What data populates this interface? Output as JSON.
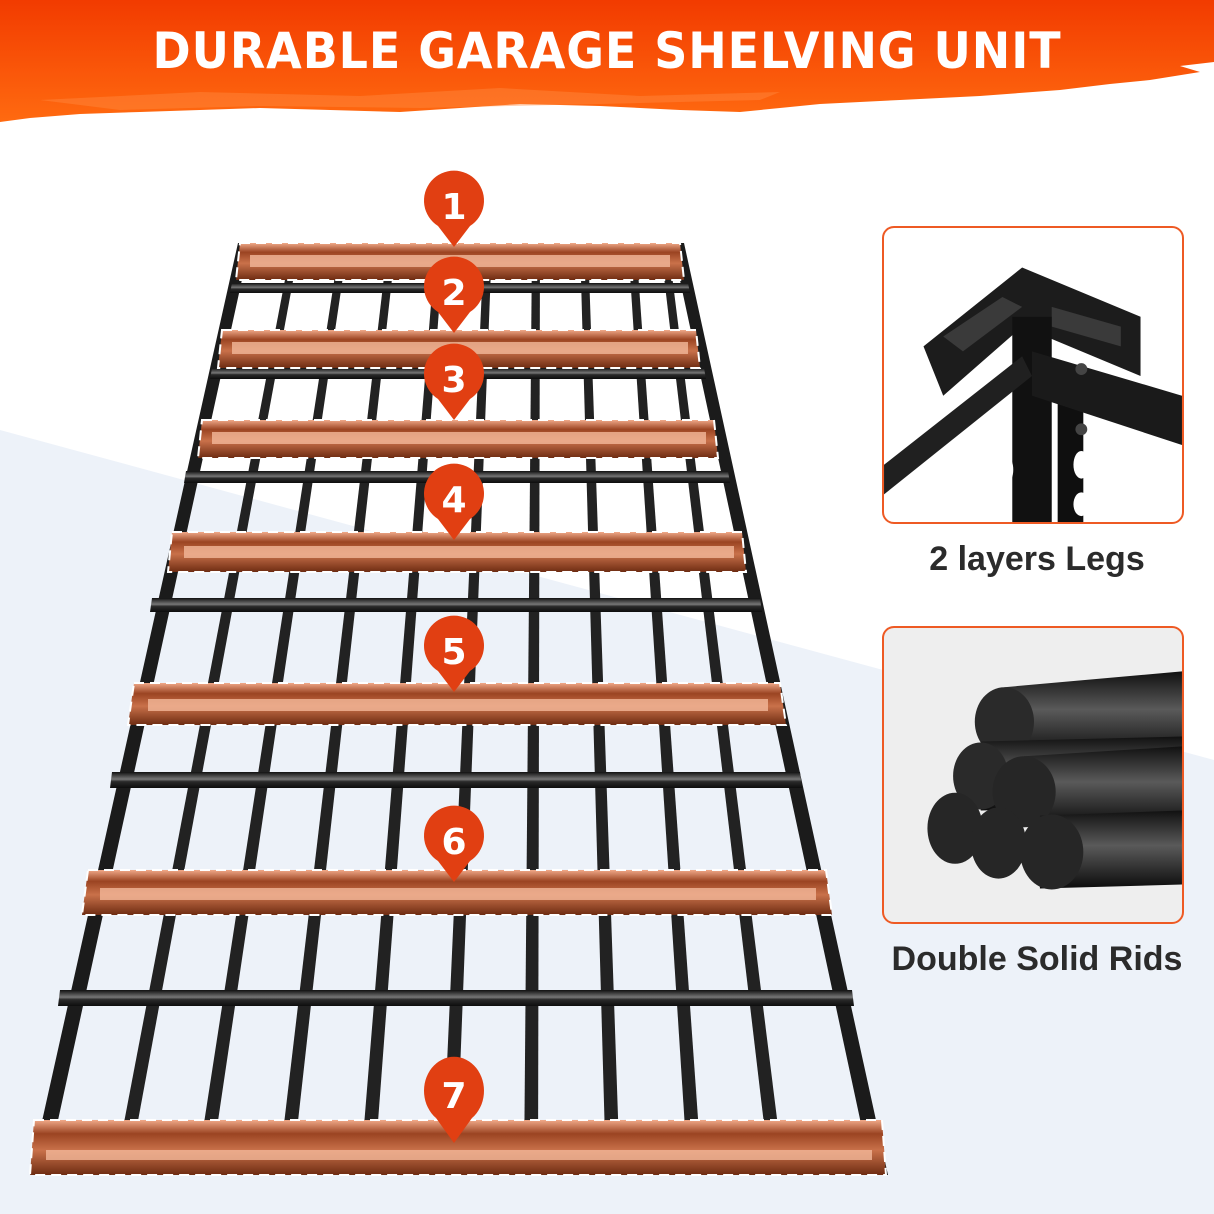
{
  "banner": {
    "title": "DURABLE GARAGE SHELVING UNIT",
    "gradient_top": "#f23b00",
    "gradient_bottom": "#ff6a10"
  },
  "colors": {
    "accent": "#e13f12",
    "copper": "#8a3c1c",
    "copper_light": "#f2b89a",
    "rod_black": "#1e1e1e",
    "background_light": "#edf2f9",
    "caption_text": "#2b2b2b",
    "card_border": "#ee5a24"
  },
  "markers": [
    {
      "label": "1"
    },
    {
      "label": "2"
    },
    {
      "label": "3"
    },
    {
      "label": "4"
    },
    {
      "label": "5"
    },
    {
      "label": "6"
    },
    {
      "label": "7"
    }
  ],
  "features": [
    {
      "caption": "2 layers Legs",
      "image": "corner-leg-bracket"
    },
    {
      "caption": "Double Solid Rids",
      "image": "stacked-solid-rods"
    }
  ]
}
